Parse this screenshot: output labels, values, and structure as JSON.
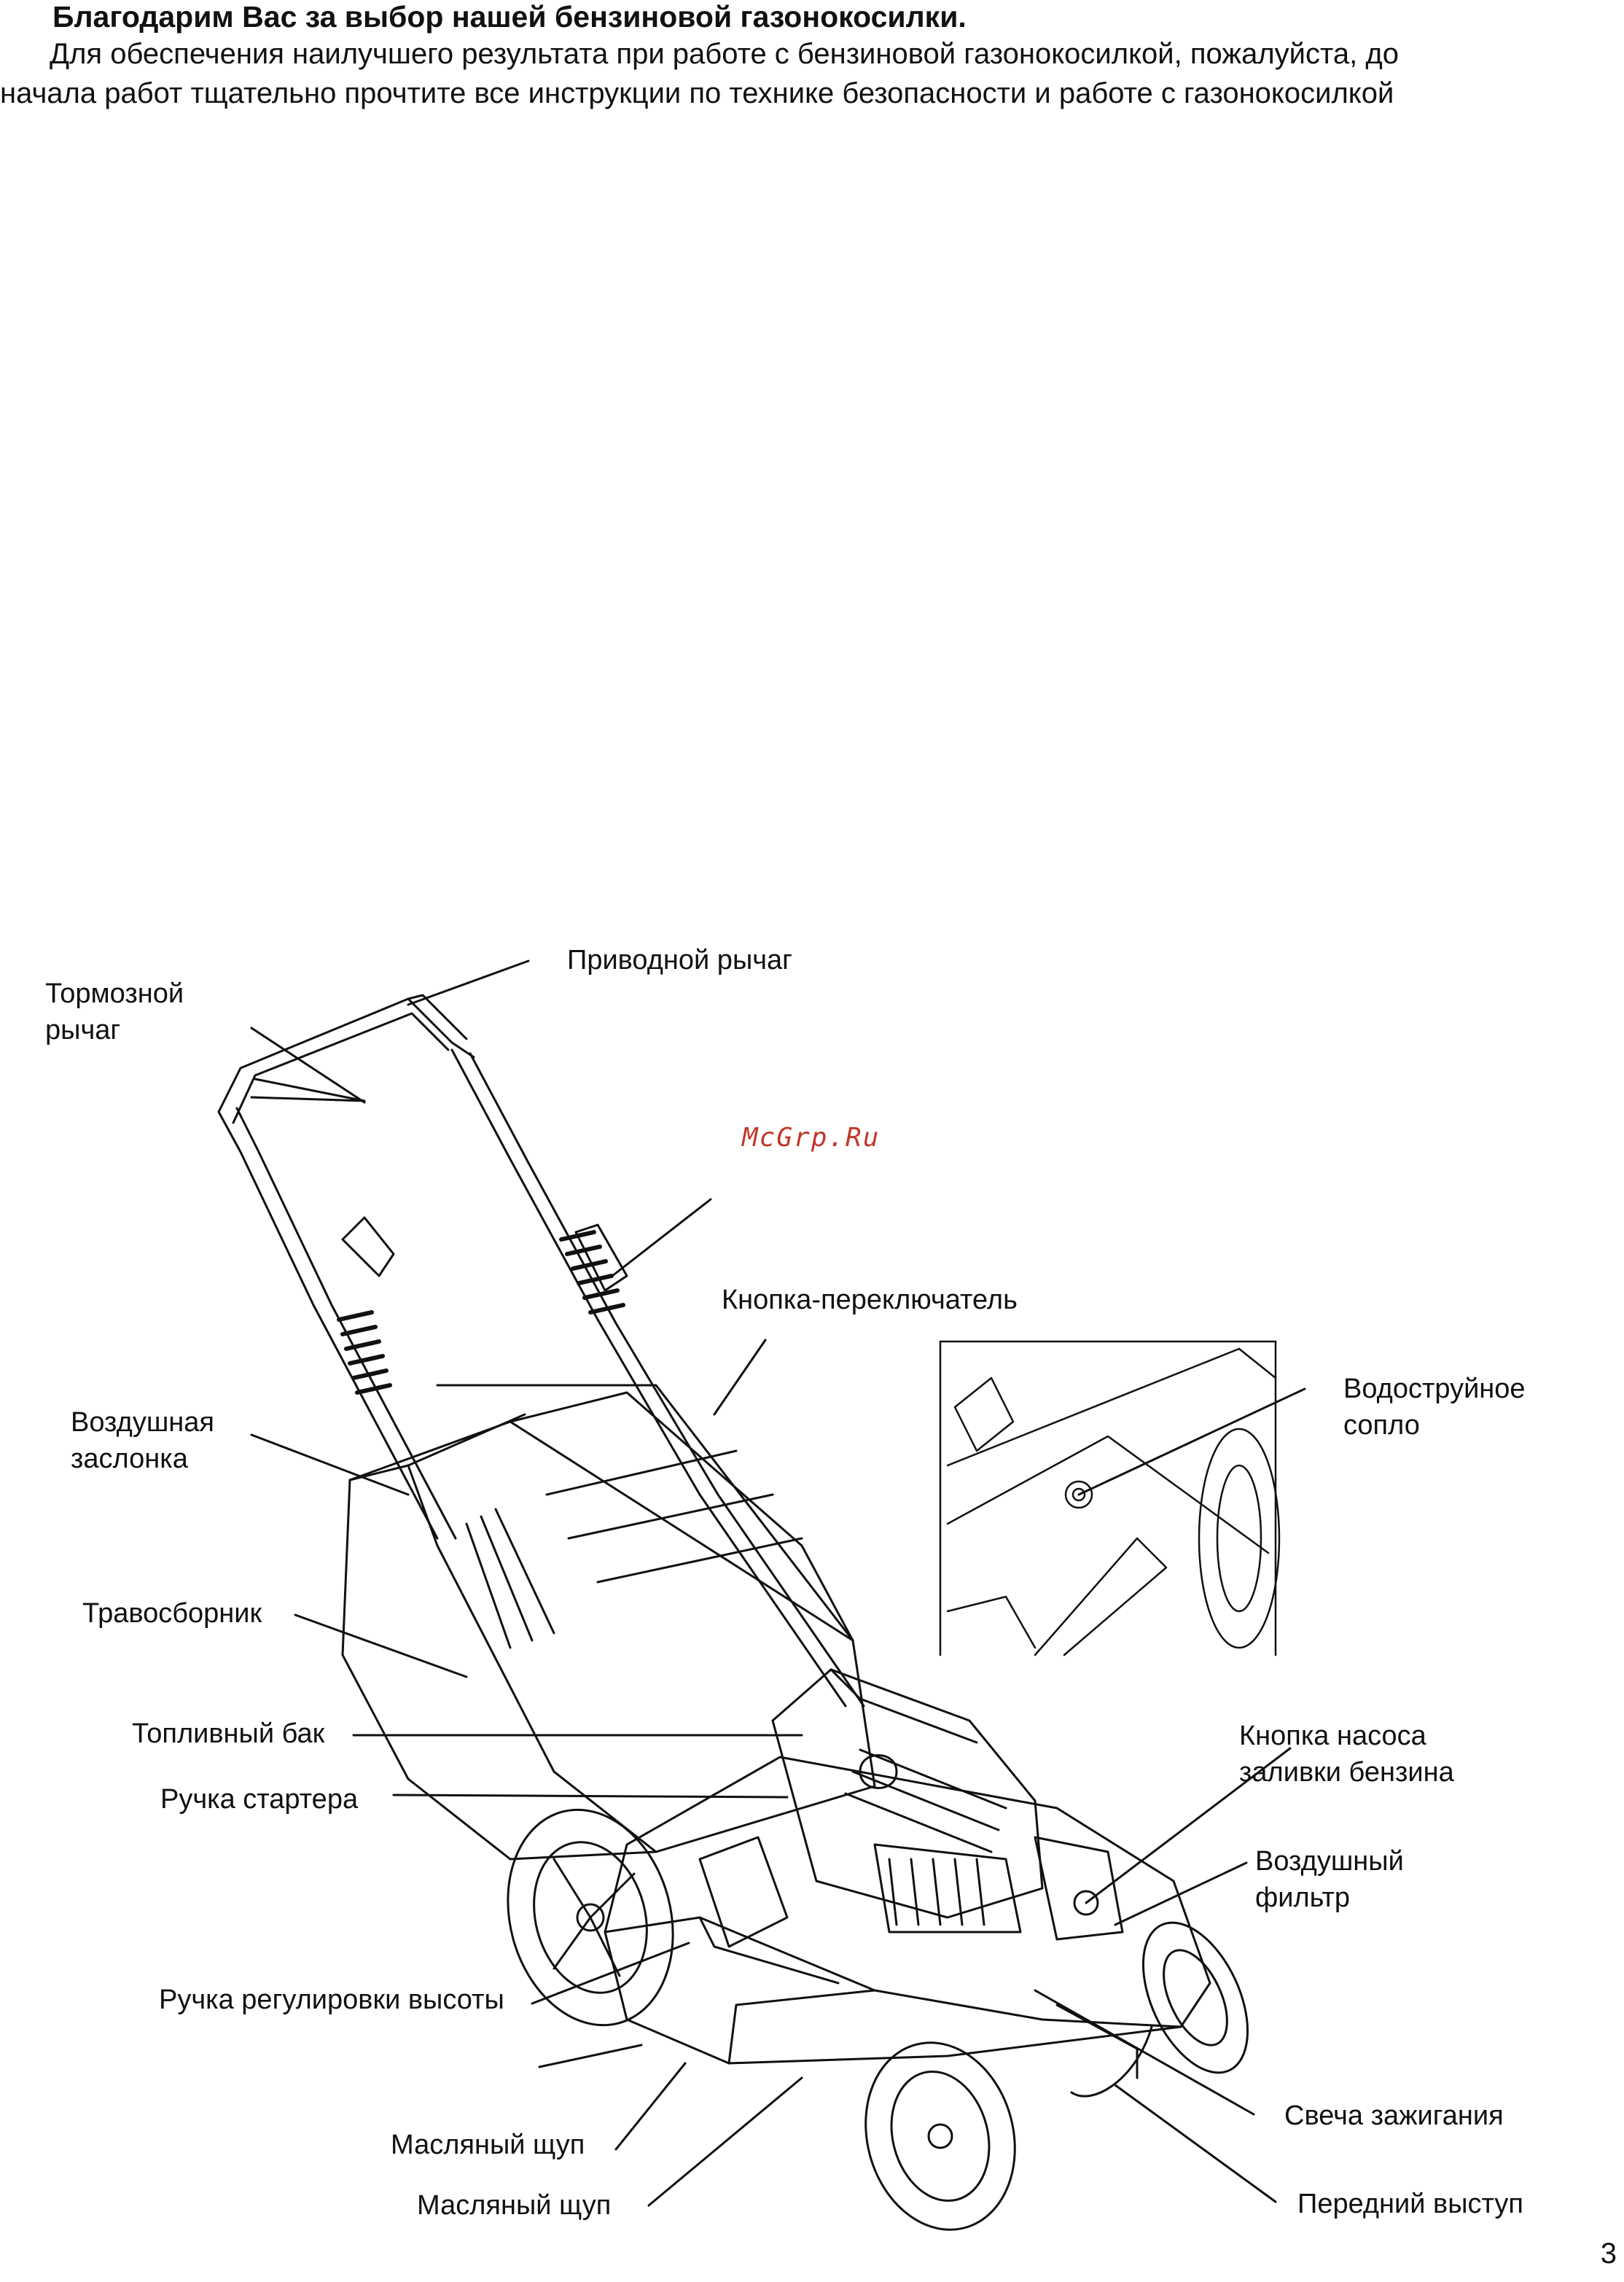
{
  "intro": {
    "title": "Благодарим Вас за выбор нашей бензиновой газонокосилки.",
    "line1": "Для обеспечения наилучшего результата при работе с бензиновой газонокосилкой, пожалуйста, до",
    "line2": "начала работ тщательно прочтите все инструкции по технике безопасности и работе с газонокосилкой"
  },
  "figure": {
    "labels": {
      "drive_lever": "Приводной рычаг",
      "brake_lever_1": "Тормозной",
      "brake_lever_2": "рычаг",
      "switch_button": "Кнопка-переключатель",
      "water_nozzle_1": "Водоструйное",
      "water_nozzle_2": "сопло",
      "choke_1": "Воздушная",
      "choke_2": "заслонка",
      "grass_bag": "Травосборник",
      "fuel_tank": "Топливный бак",
      "starter_handle": "Ручка стартера",
      "primer_1": "Кнопка насоса",
      "primer_2": "заливки бензина",
      "air_filter_1": "Воздушный",
      "air_filter_2": "фильтр",
      "height_handle": "Ручка регулировки высоты",
      "spark_plug": "Свеча зажигания",
      "dipstick_1": "Масляный щуп",
      "dipstick_2": "Масляный щуп",
      "front_bumper": "Передний выступ"
    }
  },
  "watermark": "McGrp.Ru",
  "page_number": "3"
}
